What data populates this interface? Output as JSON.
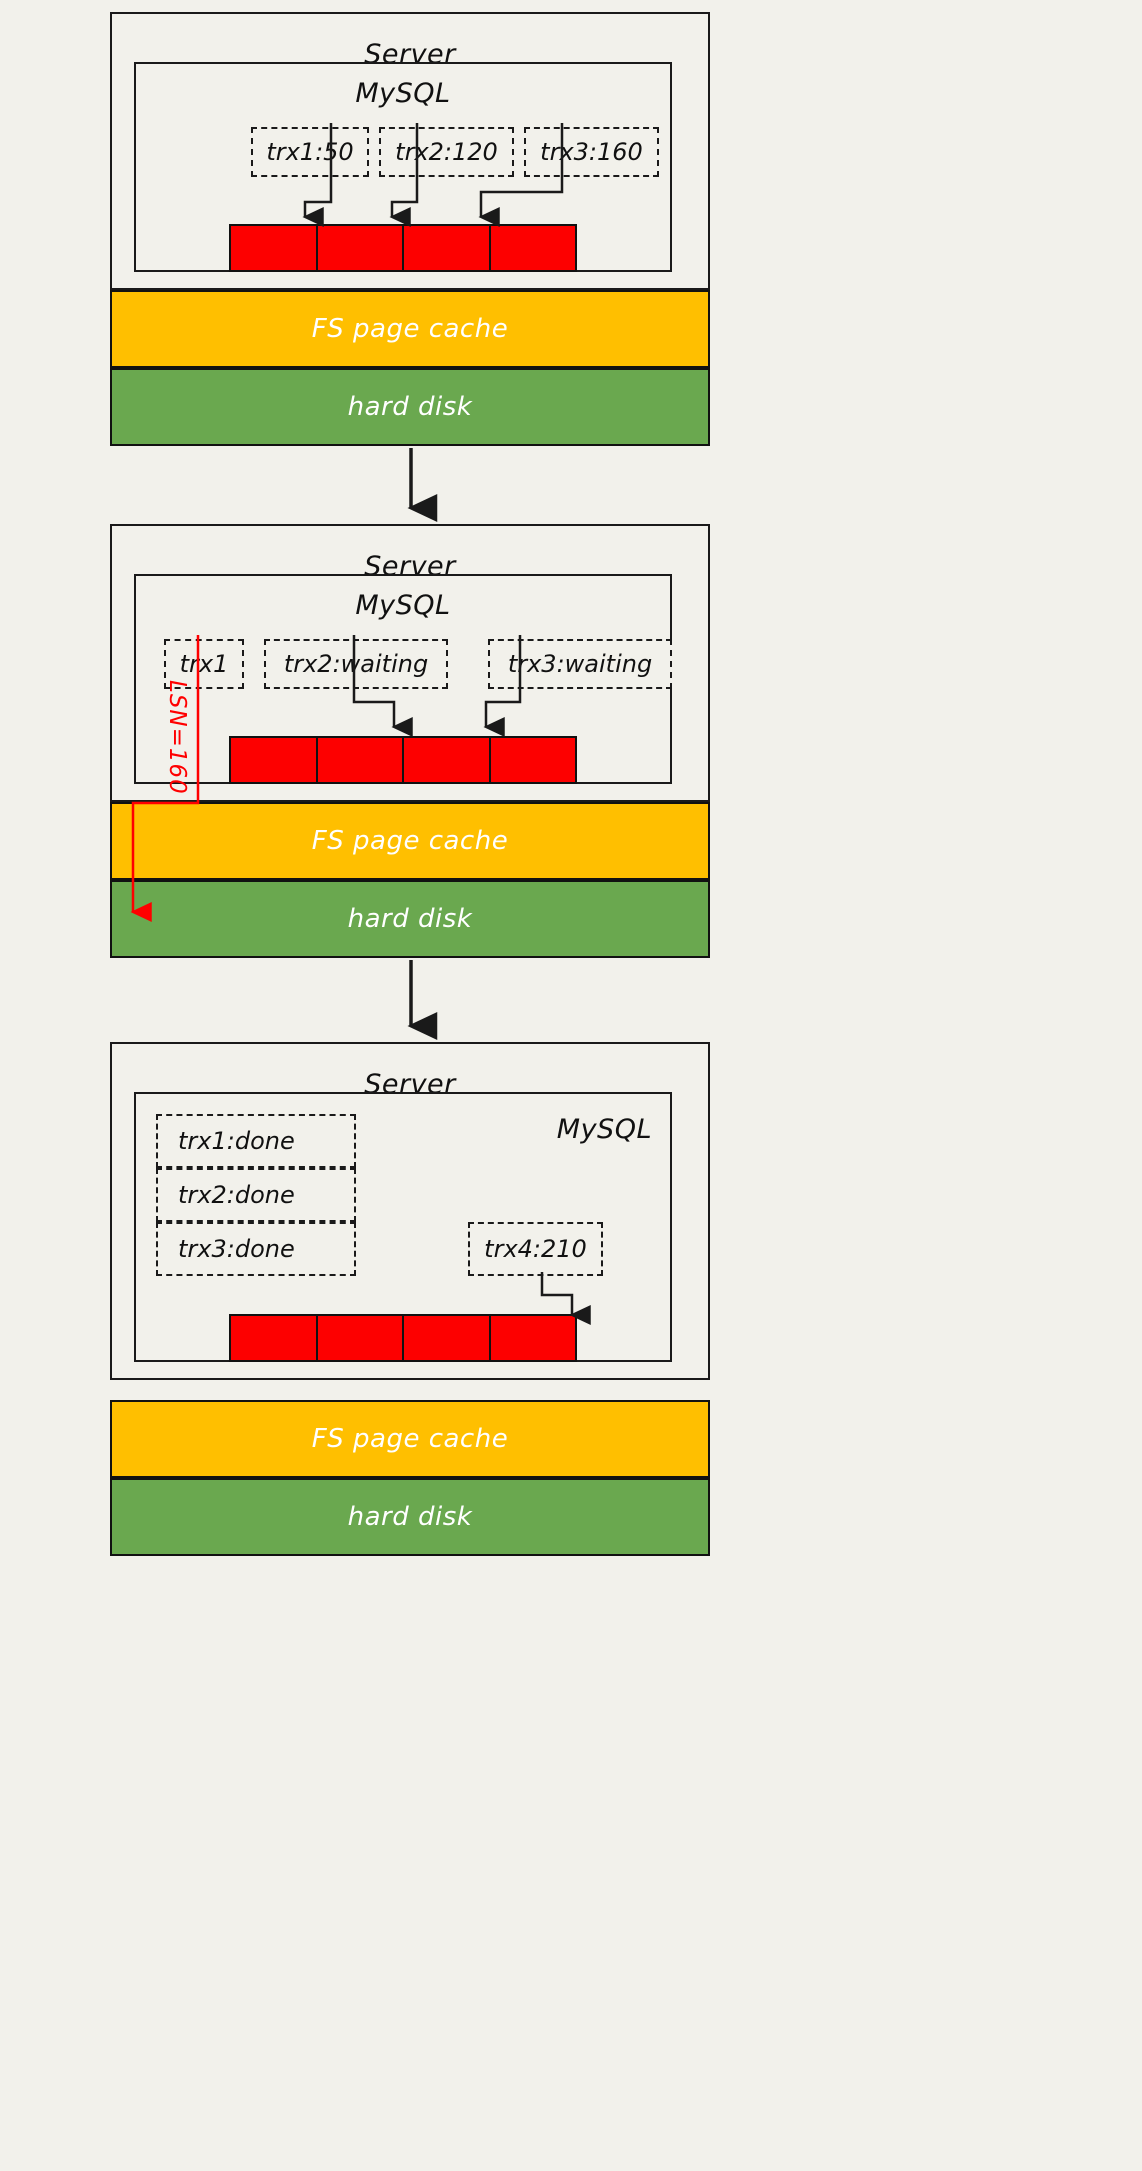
{
  "diagram": {
    "title": "MySQL redo log flush to FS page cache and hard disk",
    "background_color": "#f2f1eb",
    "colors": {
      "redo_log": "#fd0000",
      "fs_page_cache": "#ffbf00",
      "hard_disk": "#6aa84f",
      "stroke": "#1a1a1a",
      "lsn_arrow": "#ff0000"
    }
  },
  "labels": {
    "server": "Server",
    "mysql": "MySQL",
    "fs_page_cache": "FS page cache",
    "hard_disk": "hard disk"
  },
  "panels": [
    {
      "id": "panel-1",
      "server_label": "Server",
      "mysql_label": "MySQL",
      "transactions": [
        {
          "label": "trx1:50"
        },
        {
          "label": "trx2:120"
        },
        {
          "label": "trx3:160"
        }
      ],
      "redo_log_segments": 4,
      "fs_page_cache_label": "FS page cache",
      "hard_disk_label": "hard disk"
    },
    {
      "id": "panel-2",
      "server_label": "Server",
      "mysql_label": "MySQL",
      "transactions": [
        {
          "label": "trx1"
        },
        {
          "label": "trx2:waiting"
        },
        {
          "label": "trx3:waiting"
        }
      ],
      "redo_log_segments": 4,
      "lsn_label": "LSN=160",
      "fs_page_cache_label": "FS page cache",
      "hard_disk_label": "hard disk"
    },
    {
      "id": "panel-3",
      "server_label": "Server",
      "mysql_label": "MySQL",
      "done_transactions": [
        {
          "label": "trx1:done"
        },
        {
          "label": "trx2:done"
        },
        {
          "label": "trx3:done"
        }
      ],
      "transactions": [
        {
          "label": "trx4:210"
        }
      ],
      "redo_log_segments": 4,
      "fs_page_cache_label": "FS page cache",
      "hard_disk_label": "hard disk"
    }
  ]
}
